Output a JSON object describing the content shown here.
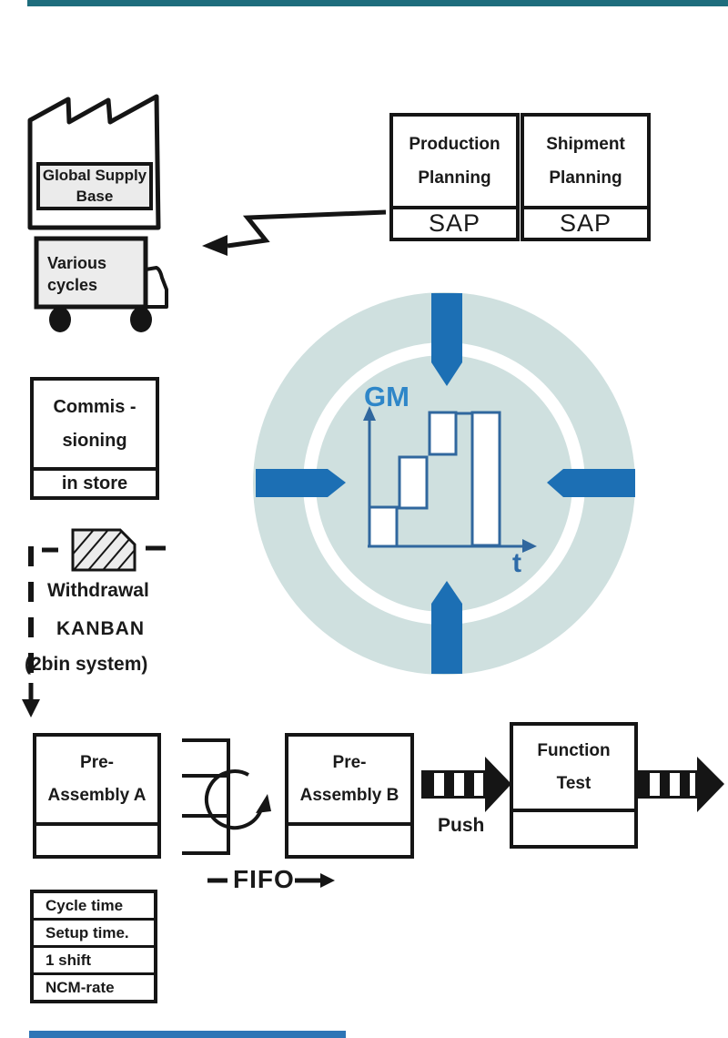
{
  "colors": {
    "arrow_blue": "#1c6fb4",
    "circle_teal": "#cfe0df",
    "chart_blue": "#30679e",
    "gm_label_blue": "#2e86c8",
    "t_label_blue": "#2d6ba8",
    "top_edge_teal": "#1e6d7d",
    "bottom_edge_blue": "#2e75b6",
    "gray_fill": "#ececec"
  },
  "supplier": {
    "label_line1": "Global Supply",
    "label_line2": "Base"
  },
  "transport": {
    "label_line1": "Various",
    "label_line2": "cycles"
  },
  "planning": {
    "production": {
      "line1": "Production",
      "line2": "Planning",
      "system": "SAP"
    },
    "shipment": {
      "line1": "Shipment",
      "line2": "Planning",
      "system": "SAP"
    }
  },
  "center_chart": {
    "y_axis_label": "GM",
    "x_axis_label": "t"
  },
  "commissioning": {
    "line1": "Commis -",
    "line2": "sioning",
    "sub": "in store"
  },
  "kanban": {
    "line1": "Withdrawal",
    "line2": "KANBAN",
    "line3": "(2bin system)"
  },
  "pre_assembly_a": {
    "line1": "Pre-",
    "line2": "Assembly A"
  },
  "pre_assembly_b": {
    "line1": "Pre-",
    "line2": "Assembly B"
  },
  "function_test": {
    "line1": "Function",
    "line2": "Test"
  },
  "flow": {
    "fifo_label": "FIFO",
    "push_label": "Push"
  },
  "metrics": {
    "rows": [
      "Cycle time",
      "Setup time.",
      "1 shift",
      "NCM-rate"
    ]
  }
}
